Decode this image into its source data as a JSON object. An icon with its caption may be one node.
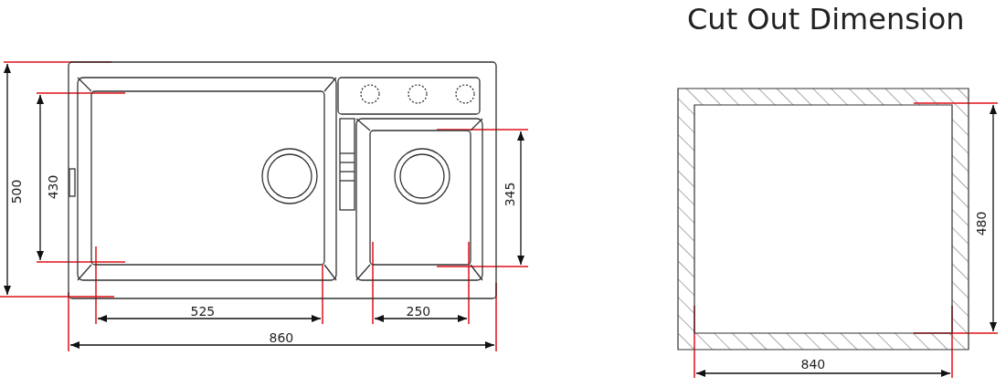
{
  "diagram": {
    "title": "Cut Out Dimension",
    "labels": [
      "500",
      "430",
      "345",
      "525",
      "250",
      "860",
      "480",
      "840"
    ]
  }
}
